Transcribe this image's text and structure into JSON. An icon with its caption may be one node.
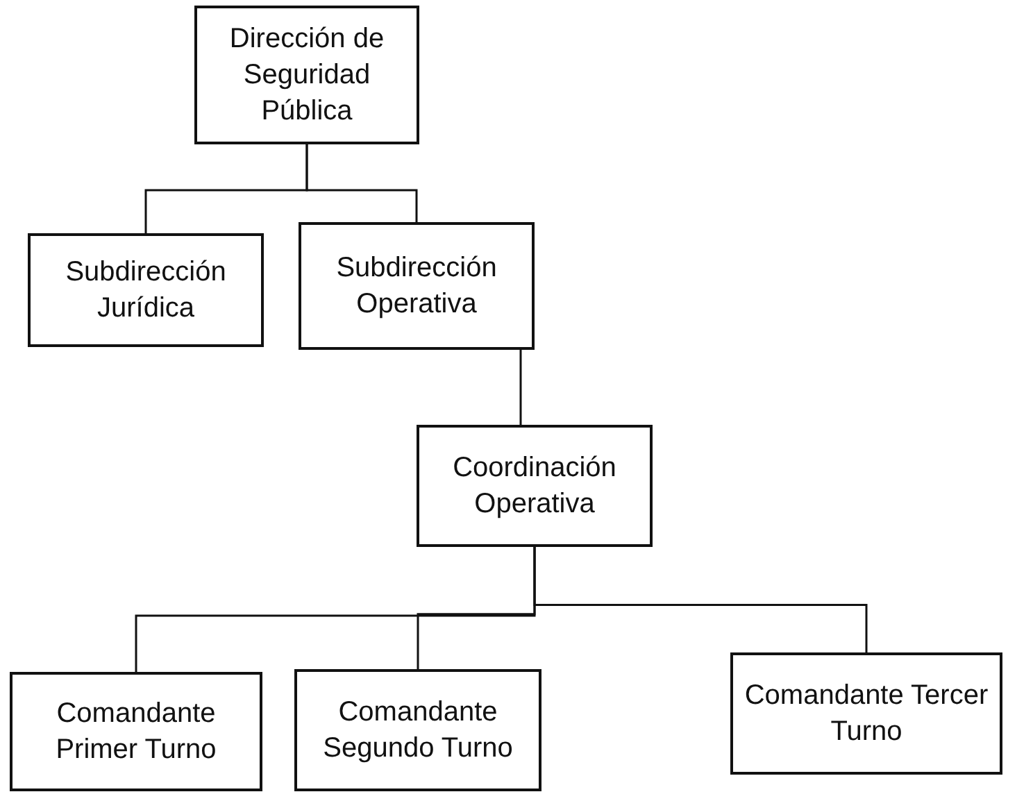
{
  "diagram": {
    "nodes": [
      {
        "text": [
          "Dirección de Seguridad Pública"
        ]
      },
      {
        "text": [
          "Subdirección Jurídica"
        ]
      },
      {
        "text": [
          "Subdirección Operativa"
        ]
      },
      {
        "text": [
          "Coordinación Operativa"
        ]
      },
      {
        "text": [
          "Comandante Primer Turno"
        ]
      },
      {
        "text": [
          "Comandante Segundo Turno"
        ]
      },
      {
        "text": [
          "Comandante Tercer Turno"
        ]
      }
    ],
    "edges": [
      {
        "from": 0,
        "to": 1,
        "arrow": "none"
      },
      {
        "from": 0,
        "to": 2,
        "arrow": "none"
      },
      {
        "from": 2,
        "to": 3,
        "arrow": "none"
      },
      {
        "from": 3,
        "to": 4,
        "arrow": "none"
      },
      {
        "from": 3,
        "to": 5,
        "arrow": "none"
      },
      {
        "from": 3,
        "to": 6,
        "arrow": "none"
      }
    ]
  }
}
